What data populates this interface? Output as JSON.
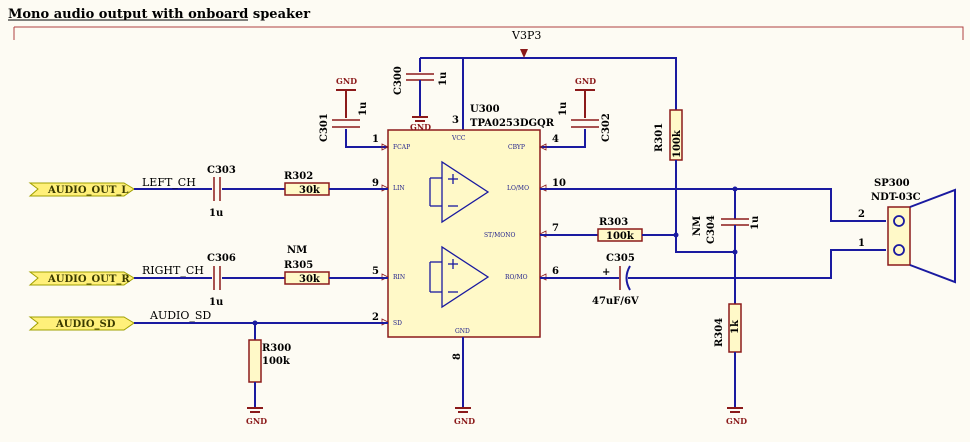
{
  "title": "Mono audio output with onboard speaker",
  "power_net": "V3P3",
  "ground_label": "GND",
  "ic": {
    "ref": "U300",
    "part": "TPA0253DGQR",
    "pin_numbers": {
      "fcap": "1",
      "vcc": "3",
      "cbyp": "4",
      "lin": "9",
      "lo_mo": "10",
      "st_mono": "7",
      "rin": "5",
      "ro_mo": "6",
      "sd": "2",
      "gnd": "8"
    },
    "pin_names": {
      "fcap": "FCAP",
      "vcc": "VCC",
      "cbyp": "CBYP",
      "lin": "LIN",
      "lo_mo": "LO/MO",
      "st_mono": "ST/MONO",
      "rin": "RIN",
      "ro_mo": "RO/MO",
      "sd": "SD",
      "gnd": "GND"
    }
  },
  "ports": {
    "left": "AUDIO_OUT_L",
    "right": "AUDIO_OUT_R",
    "sd": "AUDIO_SD"
  },
  "nets": {
    "left": "LEFT_CH",
    "right": "RIGHT_CH",
    "sd": "AUDIO_SD"
  },
  "components": {
    "c300": {
      "ref": "C300",
      "value": "1u"
    },
    "c301": {
      "ref": "C301",
      "value": "1u"
    },
    "c302": {
      "ref": "C302",
      "value": "1u"
    },
    "c303": {
      "ref": "C303",
      "value": "1u"
    },
    "c306": {
      "ref": "C306",
      "value": "1u"
    },
    "c304": {
      "ref": "C304",
      "value": "1u",
      "note": "NM"
    },
    "c305": {
      "ref": "C305",
      "value": "47uF/6V",
      "polarity": "+"
    },
    "r300": {
      "ref": "R300",
      "value": "100k"
    },
    "r301": {
      "ref": "R301",
      "value": "100k"
    },
    "r302": {
      "ref": "R302",
      "value": "30k"
    },
    "r303": {
      "ref": "R303",
      "value": "100k"
    },
    "r304": {
      "ref": "R304",
      "value": "1k"
    },
    "r305": {
      "ref": "R305",
      "value": "30k",
      "note": "NM"
    }
  },
  "speaker": {
    "ref": "SP300",
    "part": "NDT-03C",
    "pin1": "1",
    "pin2": "2"
  }
}
